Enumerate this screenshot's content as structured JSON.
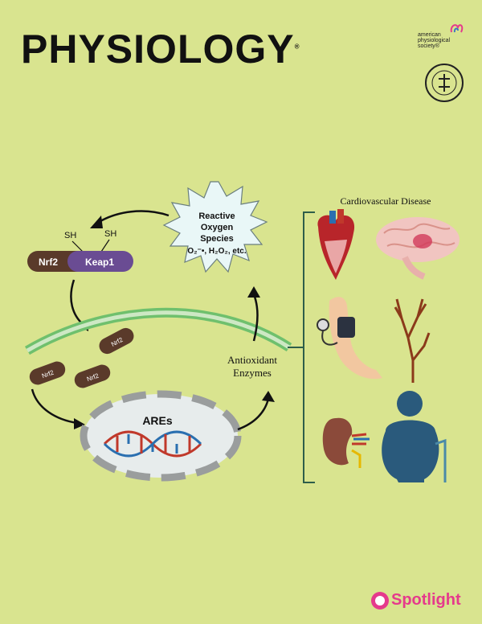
{
  "header": {
    "title": "PHYSIOLOGY",
    "registered": "®"
  },
  "society": {
    "line1": "american",
    "line2": "physiological",
    "line3": "society®"
  },
  "diagram": {
    "ros_lines": [
      "Reactive",
      "Oxygen",
      "Species",
      "O₂⁻•, H₂O₂, etc."
    ],
    "sh1": "SH",
    "sh2": "SH",
    "nrf2": "Nrf2",
    "keap1": "Keap1",
    "nrf2_small": "Nrf2",
    "ares": "AREs",
    "enzymes_line1": "Antioxidant",
    "enzymes_line2": "Enzymes",
    "disease_title": "Cardiovascular Disease"
  },
  "footer": {
    "spotlight": "Spotlight"
  },
  "colors": {
    "background": "#d9e48f",
    "keap1": "#6a4c93",
    "nrf2": "#5a3a2a",
    "bracket": "#2e5e4a",
    "spotlight": "#e53a8c"
  }
}
